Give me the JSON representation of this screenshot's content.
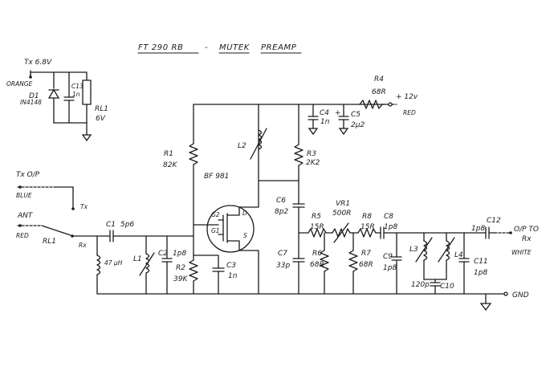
{
  "title": {
    "model": "FT 290 RB",
    "dash": "-",
    "brand": "MUTEK",
    "kind": "PREAMP"
  },
  "tx_relay": {
    "supply": "Tx 6.8V",
    "wire_color": "ORANGE",
    "diode_ref": "D1",
    "diode_part": "IN4148",
    "cap_ref": "C13",
    "cap_val": "1n",
    "relay_ref": "RL1",
    "relay_val": "6V"
  },
  "tx_out": {
    "label": "Tx O/P",
    "wire_color": "BLUE",
    "tx": "Tx"
  },
  "antenna": {
    "label": "ANT",
    "wire_color": "RED",
    "relay_ref": "RL1",
    "rx": "Rx"
  },
  "components": {
    "c1": {
      "ref": "C1",
      "val": "5p6"
    },
    "ind47": {
      "val": "47 µH"
    },
    "l1": {
      "ref": "L1"
    },
    "c2": {
      "ref": "C2",
      "val": "1p8"
    },
    "r1": {
      "ref": "R1",
      "val": "82K"
    },
    "r2": {
      "ref": "R2",
      "val": "39K"
    },
    "c3": {
      "ref": "C3",
      "val": "1n"
    },
    "l2": {
      "ref": "L2"
    },
    "fet": {
      "part": "BF 981",
      "g2": "G2",
      "g1": "G1",
      "d": "D",
      "s": "S"
    },
    "r3": {
      "ref": "R3",
      "val": "2K2"
    },
    "c4": {
      "ref": "C4",
      "val": "1n"
    },
    "c5": {
      "ref": "C5",
      "val": "2µ2",
      "plus": "+"
    },
    "r4": {
      "ref": "R4",
      "val": "68R"
    },
    "c6": {
      "ref": "C6",
      "val": "8p2"
    },
    "c7": {
      "ref": "C7",
      "val": "33p"
    },
    "r5": {
      "ref": "R5",
      "val": "15R"
    },
    "r6": {
      "ref": "R6",
      "val": "68R"
    },
    "vr1": {
      "ref": "VR1",
      "val": "500R"
    },
    "r8": {
      "ref": "R8",
      "val": "15R"
    },
    "r7": {
      "ref": "R7",
      "val": "68R"
    },
    "c8": {
      "ref": "C8",
      "val": "1p8"
    },
    "c9": {
      "ref": "C9",
      "val": "1p8"
    },
    "l3": {
      "ref": "L3"
    },
    "c10": {
      "ref": "C10",
      "val": "120p"
    },
    "l4": {
      "ref": "L4"
    },
    "c11": {
      "ref": "C11",
      "val": "1p8"
    },
    "c12": {
      "ref": "C12",
      "val": "1p8"
    }
  },
  "supply_in": {
    "label": "+ 12v",
    "wire_color": "RED"
  },
  "output": {
    "line1": "O/P TO",
    "line2": "Rx",
    "wire_color": "WHITE"
  },
  "ground": {
    "label": "GND"
  }
}
